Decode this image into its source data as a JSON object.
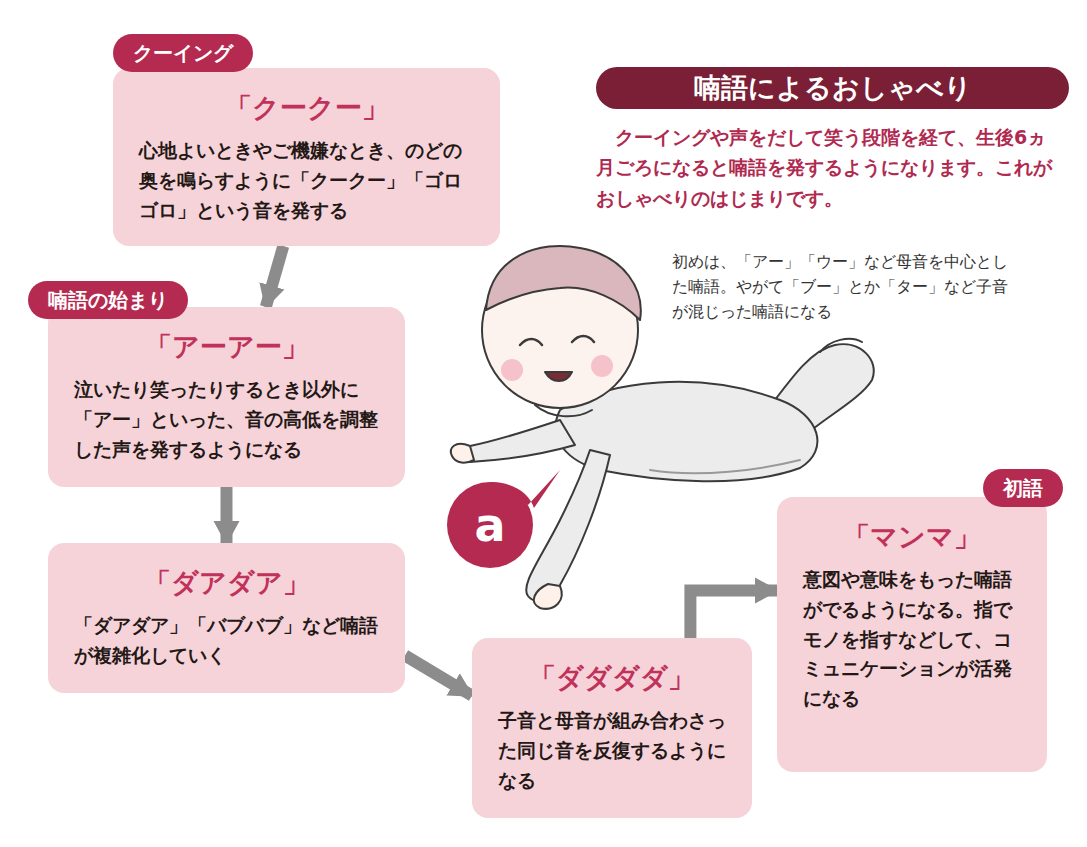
{
  "diagram": {
    "title": "喃語によるおしゃべり",
    "nodes": [
      {
        "text": [
          "クーイング",
          "「クークー」",
          "心地よいときやご機嫌なとき、のどの奥を鳴らすように「クークー」「ゴロゴロ」という音を発する"
        ]
      },
      {
        "text": [
          "喃語の始まり",
          "「アーアー」",
          "泣いたり笑ったりするとき以外に「アー」といった、音の高低を調整した声を発するようになる"
        ]
      },
      {
        "text": [
          "「ダアダア」",
          "「ダアダア」「バブバブ」など喃語が複雑化していく"
        ]
      },
      {
        "text": [
          "「ダダダダ」",
          "子音と母音が組み合わさった同じ音を反復するようになる"
        ]
      },
      {
        "text": [
          "初語",
          "「マンマ」",
          "意図や意味をもった喃語がでるようになる。指でモノを指すなどして、コミュニケーションが活発になる"
        ]
      }
    ],
    "edges": [
      {
        "from": 0,
        "to": 1,
        "arrow": "to"
      },
      {
        "from": 1,
        "to": 2,
        "arrow": "to"
      },
      {
        "from": 2,
        "to": 3,
        "arrow": "to"
      },
      {
        "from": 3,
        "to": 4,
        "arrow": "to"
      }
    ],
    "labels": [
      "クーイングや声をだして笑う段階を経て、生後6ヵ月ごろになると喃語を発するようになります。これがおしゃべりのはじまりです。",
      "初めは、「アー」「ウー」など母音を中心とした喃語。やがて「ブー」とか「ター」など子音が混じった喃語になる",
      "a"
    ]
  }
}
